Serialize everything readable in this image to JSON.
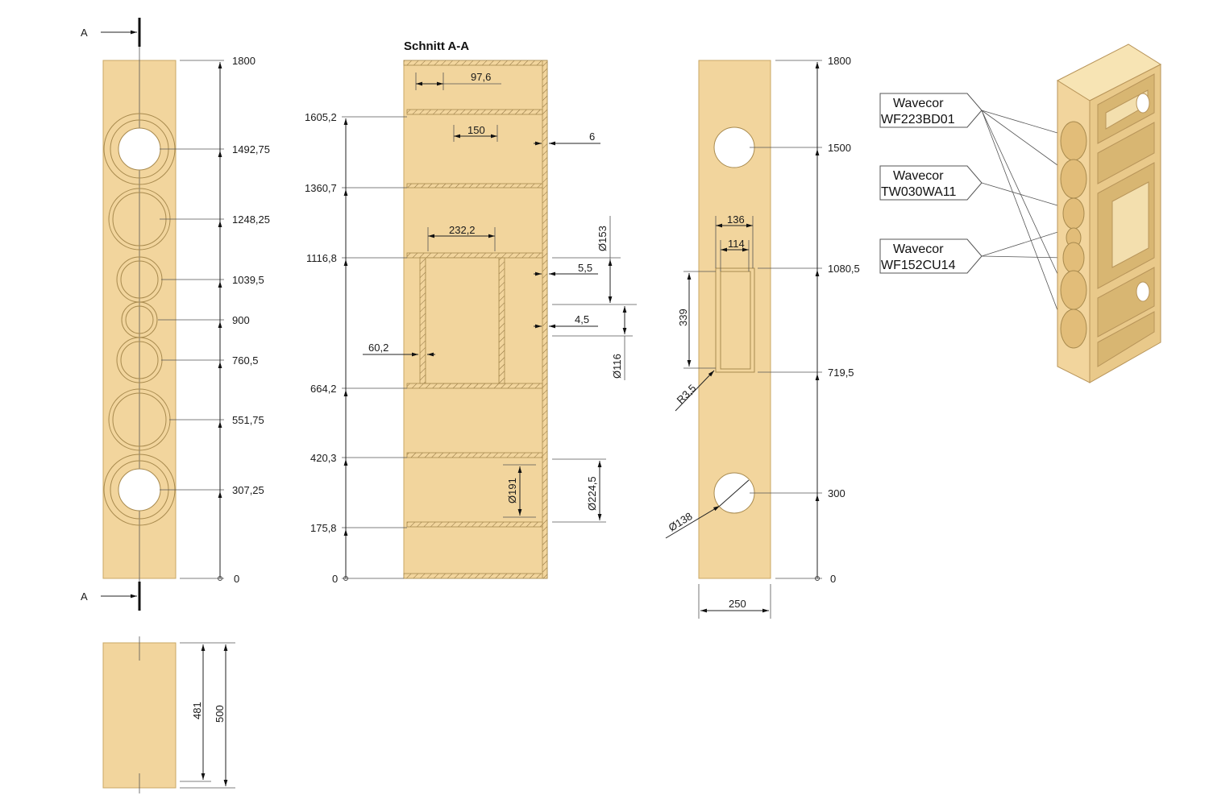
{
  "section_label_a": "A",
  "section_title": "Schnitt A-A",
  "colors": {
    "panel": "#f2d59d",
    "edge": "#c9a865",
    "dimension": "#222222"
  },
  "front_view": {
    "heights": [
      "1800",
      "1492,75",
      "1248,25",
      "1039,5",
      "900",
      "760,5",
      "551,75",
      "307,25",
      "0"
    ]
  },
  "side_view": {
    "depth_inner": "481",
    "depth_outer": "500"
  },
  "section_view": {
    "heights": [
      "1605,2",
      "1360,7",
      "1116,8",
      "664,2",
      "420,3",
      "175,8",
      "0"
    ],
    "dims": {
      "d97": "97,6",
      "d150": "150",
      "d6": "6",
      "d232": "232,2",
      "dia153": "Ø153",
      "d55": "5,5",
      "d45": "4,5",
      "dia116": "Ø116",
      "d602": "60,2",
      "dia191": "Ø191",
      "dia2245": "Ø224,5"
    }
  },
  "back_view": {
    "heights": [
      "1800",
      "1500",
      "1080,5",
      "719,5",
      "300",
      "0"
    ],
    "dims": {
      "d136": "136",
      "d114": "114",
      "d339": "339",
      "r35": "R3,5",
      "dia138": "Ø138",
      "width": "250"
    }
  },
  "drivers": [
    {
      "brand": "Wavecor",
      "model": "WF223BD01"
    },
    {
      "brand": "Wavecor",
      "model": "TW030WA11"
    },
    {
      "brand": "Wavecor",
      "model": "WF152CU14"
    }
  ]
}
